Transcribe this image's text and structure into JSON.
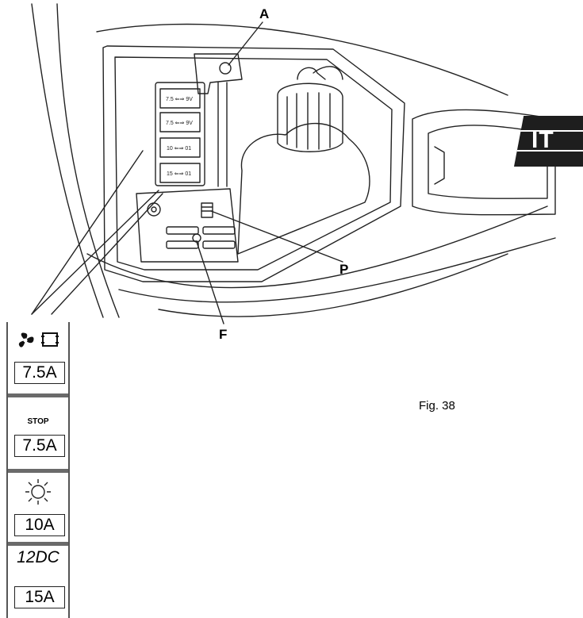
{
  "callouts": {
    "a": "A",
    "p": "P",
    "f": "F"
  },
  "figure_caption": "Fig. 38",
  "language_tab": "IT",
  "fuse_legend": [
    {
      "icon": "fan-and-ac-icon",
      "rating": "7.5A"
    },
    {
      "label": "STOP",
      "rating": "7.5A"
    },
    {
      "icon": "light-bulb-icon",
      "rating": "10A"
    },
    {
      "label": "12DC",
      "rating": "15A"
    }
  ],
  "fuse_block_labels": [
    "7.5",
    "7.5",
    "10",
    "15"
  ],
  "colors": {
    "line": "#222222",
    "tab": "#1e1e1e"
  }
}
